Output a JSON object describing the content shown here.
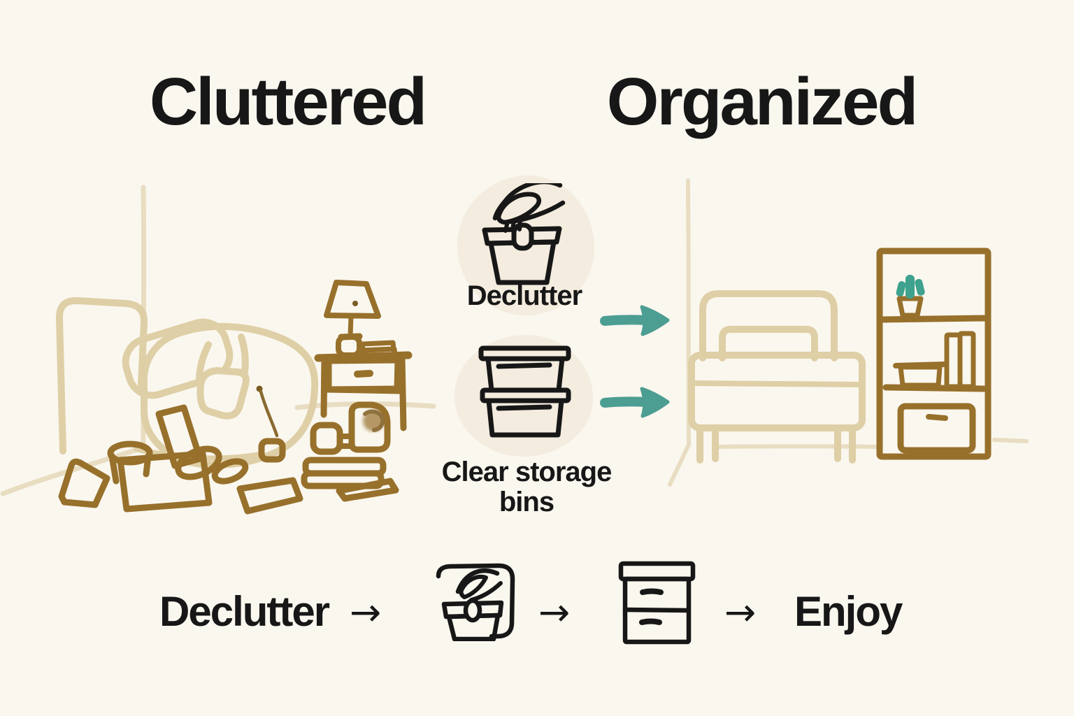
{
  "titles": {
    "left": "Cluttered",
    "right": "Organized"
  },
  "middle": {
    "steps": [
      {
        "label": "Declutter",
        "icon": "hand-dropping-item-into-basket-icon"
      },
      {
        "label": "Clear storage bins",
        "icon": "stacked-storage-bins-icon"
      }
    ],
    "arrow_icon": "teal-brush-arrow-icon"
  },
  "flow": {
    "start": "Declutter",
    "arrow": "→",
    "step_icons": [
      "basket-with-hand-icon",
      "two-drawer-storage-unit-icon"
    ],
    "end": "Enjoy"
  },
  "illustrations": {
    "left": "cluttered-bedroom-sketch",
    "right": "organized-bedroom-sketch"
  },
  "colors": {
    "background": "#faf7ef",
    "ink": "#171717",
    "badge_background": "#f3ecdf",
    "light_wood_line": "#dfcfa6",
    "wall_line": "#e8ddc1",
    "dark_wood_line": "#97702b",
    "teal_accent": "#4c9d92",
    "plant_green": "#3ea28e",
    "fuzzy_ball": "#a8874e"
  }
}
